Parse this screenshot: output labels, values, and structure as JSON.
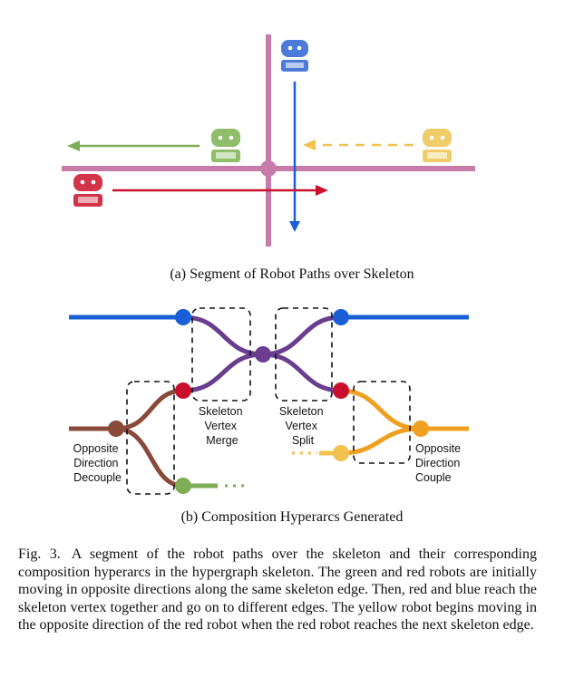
{
  "panel_a": {
    "caption": "(a) Segment of Robot Paths over Skeleton"
  },
  "panel_b": {
    "caption": "(b) Composition Hyperarcs Generated",
    "labels": {
      "merge": [
        "Skeleton",
        "Vertex",
        "Merge"
      ],
      "split": [
        "Skeleton",
        "Vertex",
        "Split"
      ],
      "decouple": [
        "Opposite",
        "Direction",
        "Decouple"
      ],
      "couple": [
        "Opposite",
        "Direction",
        "Couple"
      ]
    }
  },
  "figure_caption": {
    "number": "Fig. 3.",
    "text": "A segment of the robot paths over the skeleton and their corresponding composition hyperarcs in the hypergraph skeleton. The green and red robots are initially moving in opposite directions along the same skeleton edge. Then, red and blue reach the skeleton vertex together and go on to different edges. The yellow robot begins moving in the opposite direction of the red robot when the red robot reaches the next skeleton edge."
  },
  "colors": {
    "skeleton": "#c77ba8",
    "blue": "#1a5fd6",
    "green": "#7dae55",
    "red": "#c8102e",
    "yellow": "#f2c14e",
    "brown": "#8a4a3a",
    "purple": "#6a3d8f",
    "orange": "#f0a020",
    "robot_blue": "#4b7ad8",
    "robot_green": "#8fbd6a",
    "robot_red": "#d2344a",
    "robot_yellow": "#f0cc6a"
  }
}
